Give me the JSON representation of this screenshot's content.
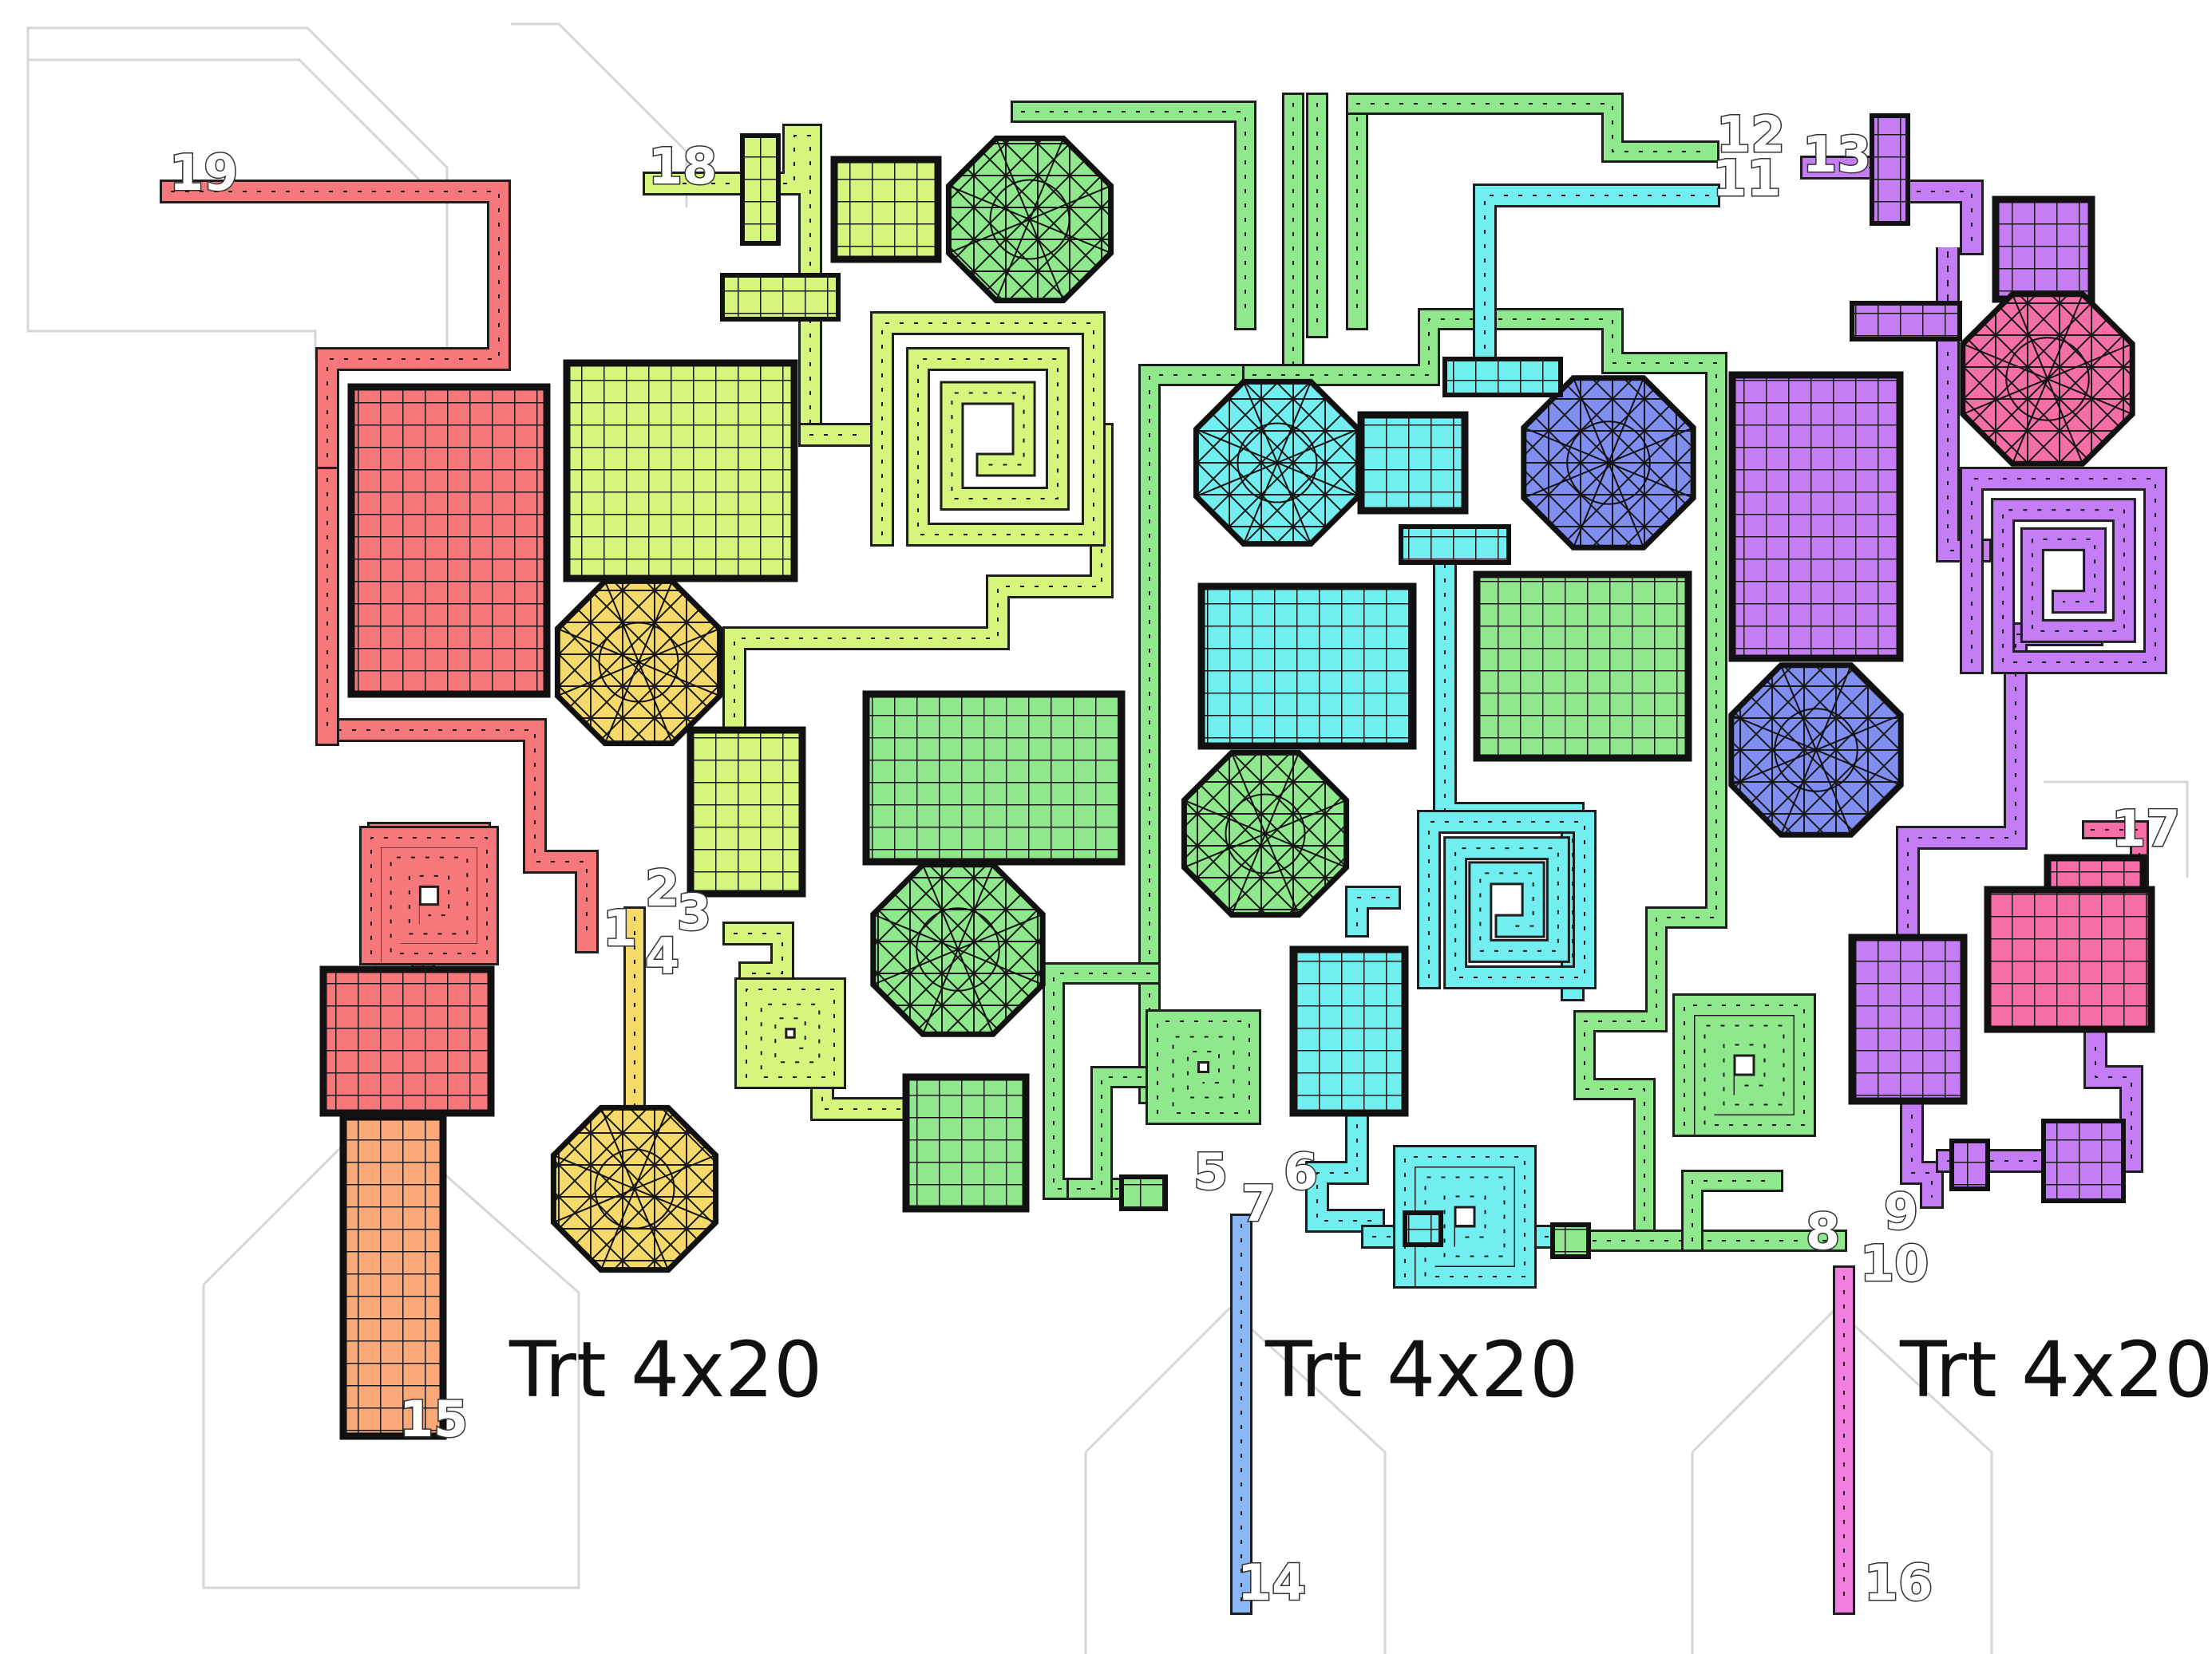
{
  "colors": {
    "red": "#f7787a",
    "orange": "#fba878",
    "lime": "#d6f57c",
    "green": "#8fe98c",
    "yellow": "#f6d96b",
    "cyan": "#73eef0",
    "blue": "#7f8ef0",
    "purple": "#c57df5",
    "pink": "#f66ea6",
    "lightblue": "#8ab8f7",
    "magenta": "#f27ee0",
    "grid": "#1a1a1a"
  },
  "ports": [
    {
      "id": "19",
      "label": "19"
    },
    {
      "id": "18",
      "label": "18"
    },
    {
      "id": "12",
      "label": "12"
    },
    {
      "id": "11",
      "label": "11"
    },
    {
      "id": "13",
      "label": "13"
    },
    {
      "id": "1",
      "label": "1"
    },
    {
      "id": "2",
      "label": "2"
    },
    {
      "id": "3",
      "label": "3"
    },
    {
      "id": "4",
      "label": "4"
    },
    {
      "id": "5",
      "label": "5"
    },
    {
      "id": "6",
      "label": "6"
    },
    {
      "id": "7",
      "label": "7"
    },
    {
      "id": "8",
      "label": "8"
    },
    {
      "id": "9",
      "label": "9"
    },
    {
      "id": "10",
      "label": "10"
    },
    {
      "id": "15",
      "label": "15"
    },
    {
      "id": "14",
      "label": "14"
    },
    {
      "id": "16",
      "label": "16"
    },
    {
      "id": "17",
      "label": "17"
    }
  ],
  "transistors": [
    {
      "label": "Trt 4x20"
    },
    {
      "label": "Trt 4x20"
    },
    {
      "label": "Trt 4x20"
    }
  ]
}
